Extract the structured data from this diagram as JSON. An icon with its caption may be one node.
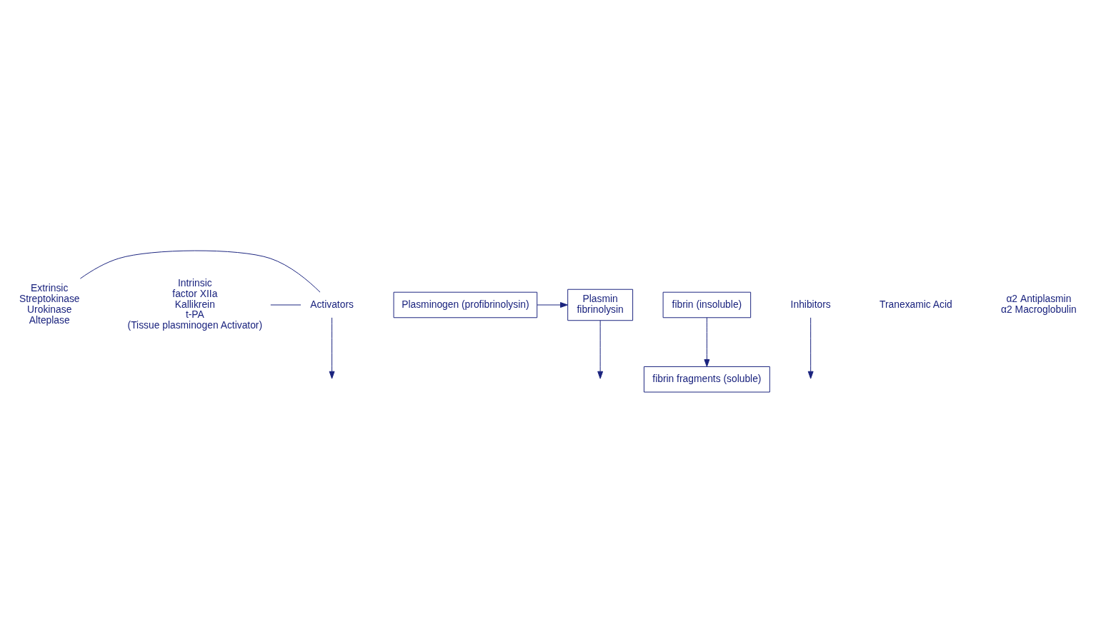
{
  "diagram": {
    "nodes": [
      {
        "text": [
          "Extrinsic",
          "Streptokinase",
          "Urokinase",
          "Alteplase"
        ]
      },
      {
        "text": [
          "Activators"
        ]
      },
      {
        "text": [
          "Intrinsic",
          "factor XIIa",
          "Kallikrein",
          "t-PA",
          "(Tissue plasminogen Activator)"
        ]
      },
      {
        "text": [
          "Plasminogen (profibrinolysin)"
        ]
      },
      {
        "text": [
          "Plasmin",
          "fibrinolysin"
        ]
      },
      {
        "text": [
          "fibrin (insoluble)"
        ]
      },
      {
        "text": [
          "fibrin fragments (soluble)"
        ]
      },
      {
        "text": [
          "Inhibitors"
        ]
      },
      {
        "text": [
          "Tranexamic Acid"
        ]
      },
      {
        "text": [
          "α2 Antiplasmin",
          "α2 Macroglobulin"
        ]
      }
    ],
    "edges": [
      {
        "from": 0,
        "to": 1,
        "arrow": "none"
      },
      {
        "from": 2,
        "to": 1,
        "arrow": "none"
      },
      {
        "from": 1,
        "to": null,
        "arrow": "to"
      },
      {
        "from": 3,
        "to": 4,
        "arrow": "to"
      },
      {
        "from": 4,
        "to": null,
        "arrow": "to"
      },
      {
        "from": 5,
        "to": 6,
        "arrow": "to"
      },
      {
        "from": 7,
        "to": null,
        "arrow": "to"
      }
    ]
  }
}
